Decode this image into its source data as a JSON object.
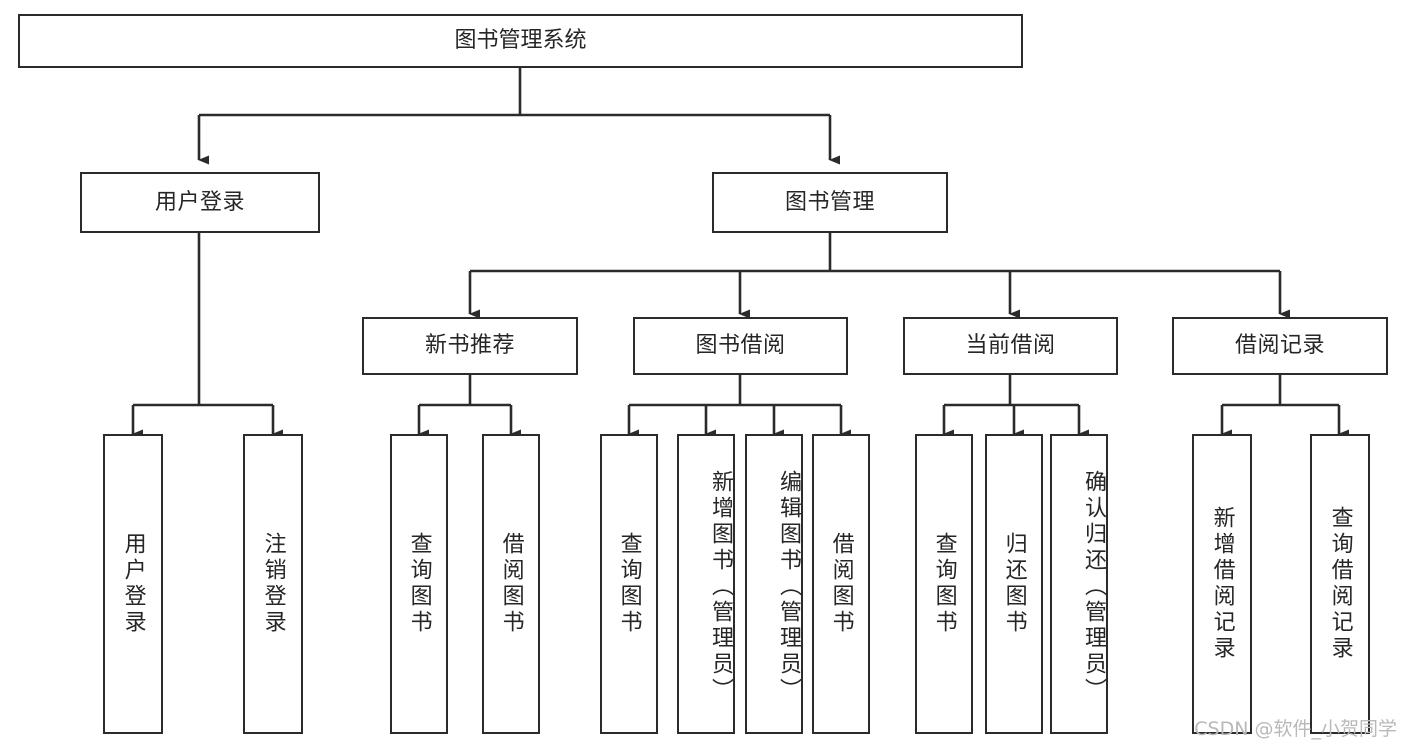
{
  "diagram": {
    "type": "tree",
    "title": "图书管理系统",
    "orientation": "top-down",
    "style": {
      "box_border_color": "#2b2b2b",
      "box_fill_color": "#ffffff",
      "line_color": "#2b2b2b",
      "text_color": "#262626",
      "background": "#ffffff"
    }
  },
  "root": {
    "label": "图书管理系统"
  },
  "level2": [
    {
      "label": "用户登录"
    },
    {
      "label": "图书管理"
    }
  ],
  "level3": [
    {
      "label": "新书推荐"
    },
    {
      "label": "图书借阅"
    },
    {
      "label": "当前借阅"
    },
    {
      "label": "借阅记录"
    }
  ],
  "leaves": {
    "user_login": [
      {
        "label": "用户登录"
      },
      {
        "label": "注销登录"
      }
    ],
    "new_book_recommend": [
      {
        "label": "查询图书"
      },
      {
        "label": "借阅图书"
      }
    ],
    "book_borrow": [
      {
        "label": "查询图书"
      },
      {
        "label": "新增图书（管理员）"
      },
      {
        "label": "编辑图书（管理员）"
      },
      {
        "label": "借阅图书"
      }
    ],
    "current_borrow": [
      {
        "label": "查询图书"
      },
      {
        "label": "归还图书"
      },
      {
        "label": "确认归还（管理员）"
      }
    ],
    "borrow_record": [
      {
        "label": "新增借阅记录"
      },
      {
        "label": "查询借阅记录"
      }
    ]
  },
  "watermark": {
    "text": "CSDN @软件_小贺同学"
  }
}
